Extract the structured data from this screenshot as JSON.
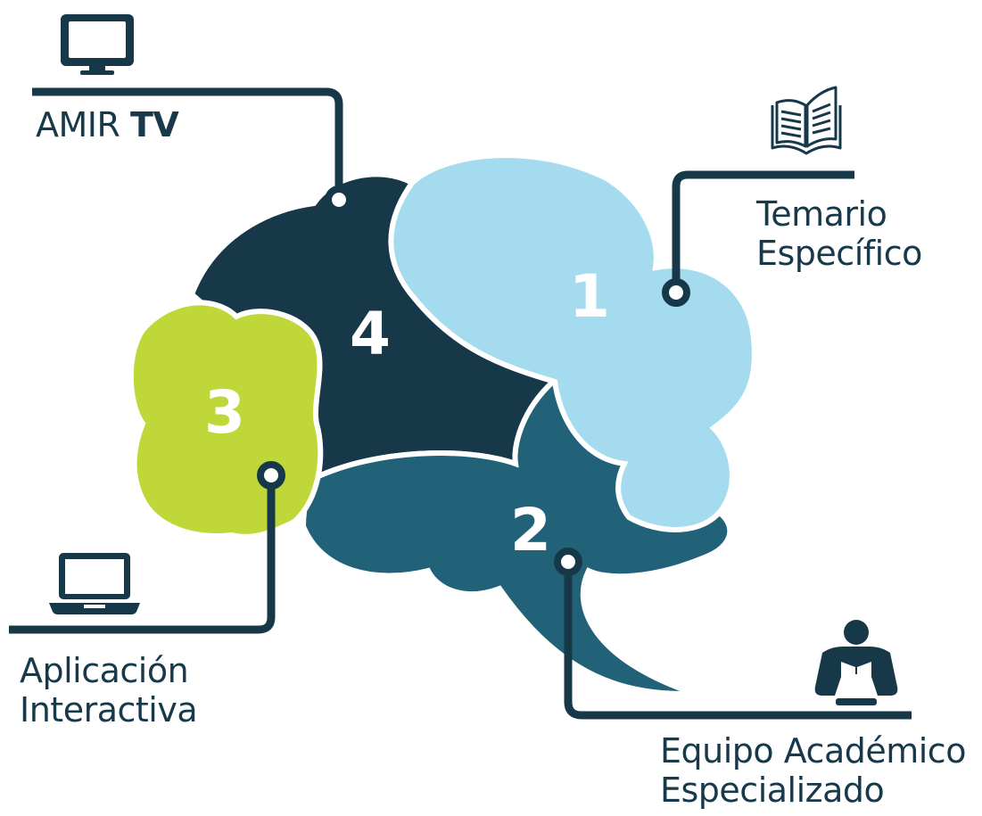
{
  "colors": {
    "dark_navy": "#163849",
    "light_blue": "#a5dbee",
    "teal": "#226279",
    "lime": "#c0d739",
    "line": "#163849",
    "white": "#ffffff"
  },
  "regions": [
    {
      "number": "1",
      "color": "light_blue"
    },
    {
      "number": "2",
      "color": "teal"
    },
    {
      "number": "3",
      "color": "lime"
    },
    {
      "number": "4",
      "color": "dark_navy"
    }
  ],
  "callouts": {
    "amir_tv": {
      "text": "AMIR ",
      "bold": "TV",
      "icon": "monitor-icon"
    },
    "temario": {
      "line1": "Temario",
      "line2": "Específico",
      "icon": "book-icon"
    },
    "aplicacion": {
      "line1": "Aplicación",
      "line2": "Interactiva",
      "icon": "laptop-icon"
    },
    "equipo": {
      "line1": "Equipo Académico",
      "line2": "Especializado",
      "icon": "reader-icon"
    }
  }
}
